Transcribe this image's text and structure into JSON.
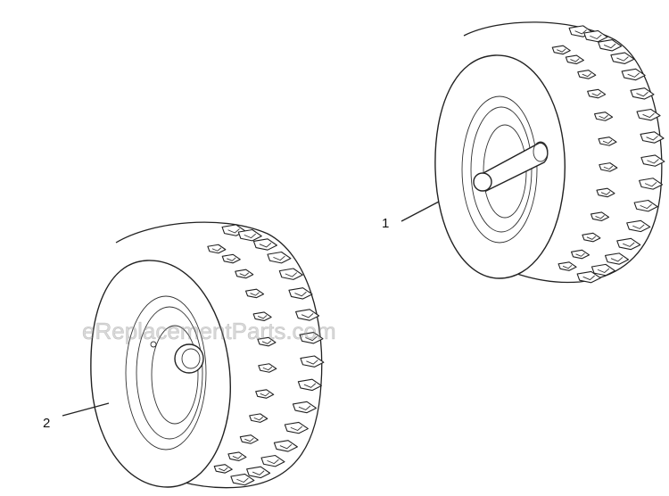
{
  "callouts": {
    "part1": "1",
    "part2": "2"
  },
  "watermark": "eReplacementParts.com",
  "icons": [
    "wheel-assembly-1",
    "wheel-assembly-2"
  ]
}
